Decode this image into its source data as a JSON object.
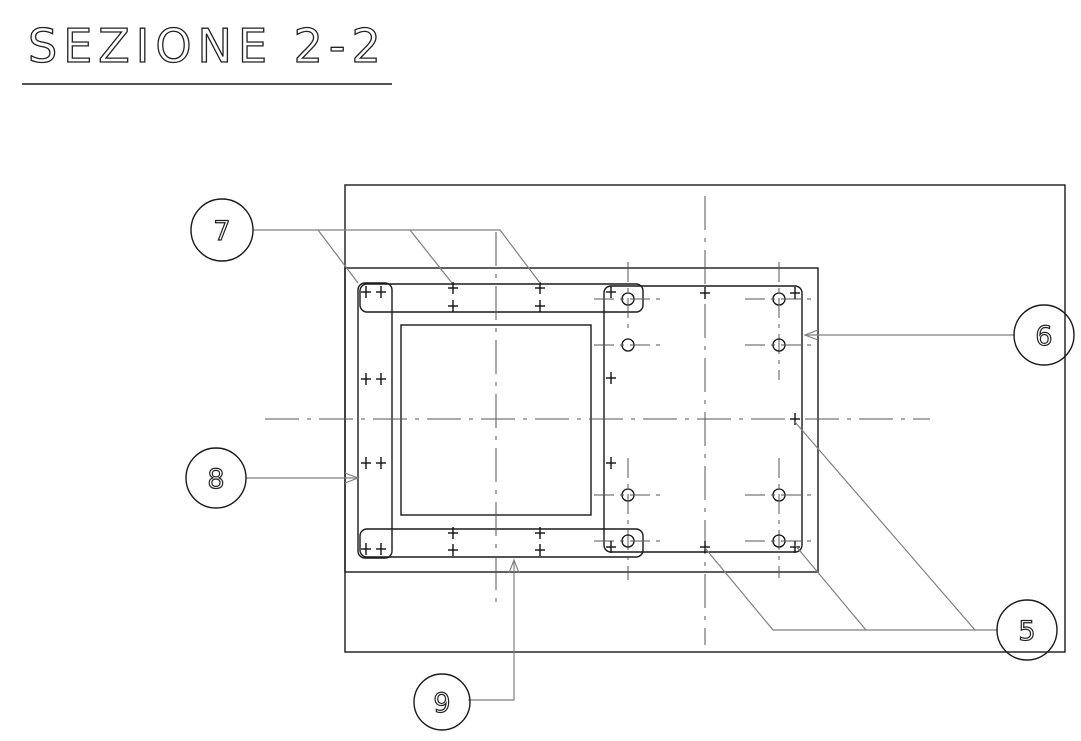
{
  "title": "SEZIONE 2-2",
  "callouts": {
    "c5": "5",
    "c6": "6",
    "c7": "7",
    "c8": "8",
    "c9": "9"
  }
}
